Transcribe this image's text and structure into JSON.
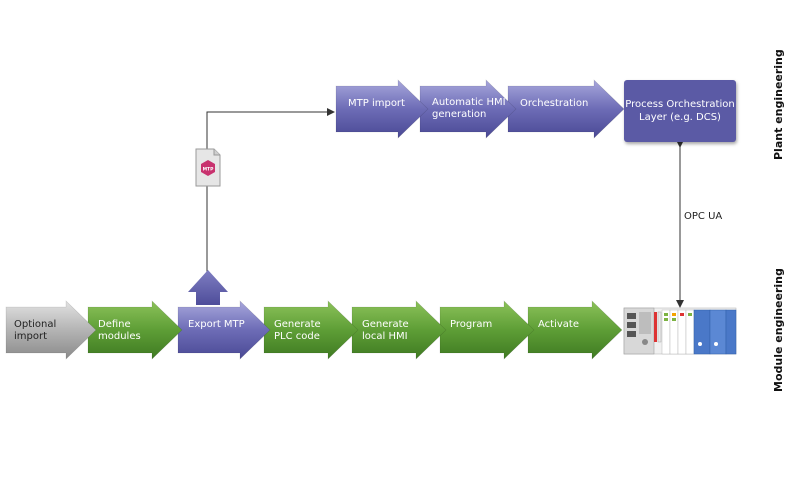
{
  "plant_row": {
    "steps": [
      "MTP import",
      "Automatic HMI generation",
      "Orchestration"
    ],
    "orchestration_box": "Process Orchestration Layer (e.g. DCS)"
  },
  "module_row": {
    "optional_step": "Optional import",
    "steps": [
      "Define modules",
      "Export MTP",
      "Generate PLC code",
      "Generate local HMI",
      "Program",
      "Activate"
    ]
  },
  "file_icon_label": "MTP",
  "connection_label": "OPC UA",
  "side_labels": {
    "plant": "Plant engineering",
    "module": "Module engineering"
  },
  "colors": {
    "green": "#5a9a34",
    "purple": "#6a69b0",
    "grey": "#9a9a9a",
    "orchestration_box": "#5b5aa5",
    "mtp_icon": "#c8326e"
  }
}
